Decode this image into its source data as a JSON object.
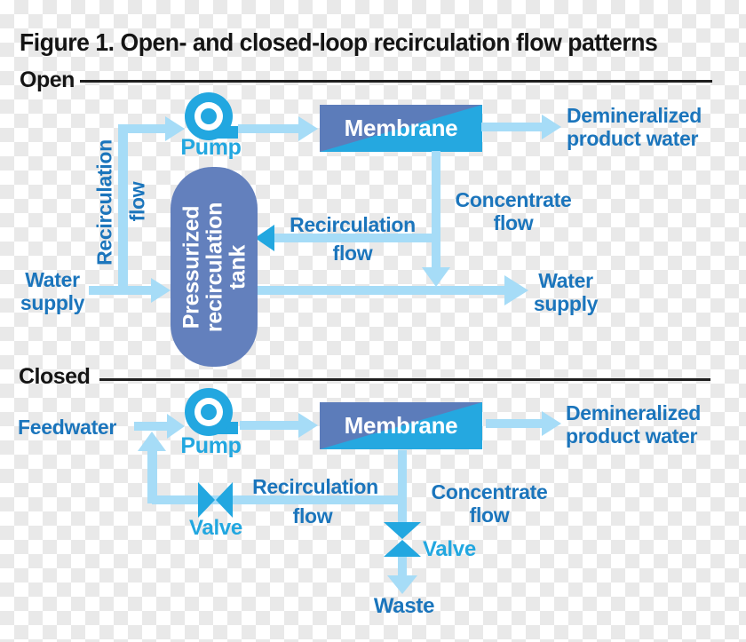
{
  "figure": {
    "title": "Figure 1. Open- and closed-loop recirculation flow patterns"
  },
  "colors": {
    "label_blue": "#1b75bc",
    "icon_cyan": "#22a7e0",
    "arrow_light_blue": "#a6dcf7",
    "tank_slate": "#6380bd",
    "membrane_slate": "#5c7cba",
    "membrane_cyan": "#25a8e0",
    "line_black": "#1e1e1e",
    "checker_gray": "#e9e9e9"
  },
  "open": {
    "section_label": "Open",
    "recirculation_left_line1": "Recirculation",
    "recirculation_left_line2": "flow",
    "pump_label": "Pump",
    "membrane_label": "Membrane",
    "demineralized_line1": "Demineralized",
    "demineralized_line2": "product water",
    "concentrate_line1": "Concentrate",
    "concentrate_line2": "flow",
    "recirculation_mid_line1": "Recirculation",
    "recirculation_mid_line2": "flow",
    "tank_line1": "Pressurized",
    "tank_line2": "recirculation",
    "tank_line3": "tank",
    "water_supply_in_line1": "Water",
    "water_supply_in_line2": "supply",
    "water_supply_out_line1": "Water",
    "water_supply_out_line2": "supply"
  },
  "closed": {
    "section_label": "Closed",
    "feedwater_label": "Feedwater",
    "pump_label": "Pump",
    "membrane_label": "Membrane",
    "demineralized_line1": "Demineralized",
    "demineralized_line2": "product water",
    "recirculation_line1": "Recirculation",
    "recirculation_line2": "flow",
    "concentrate_line1": "Concentrate",
    "concentrate_line2": "flow",
    "valve_recirculation_label": "Valve",
    "valve_waste_label": "Valve",
    "waste_label": "Waste"
  }
}
